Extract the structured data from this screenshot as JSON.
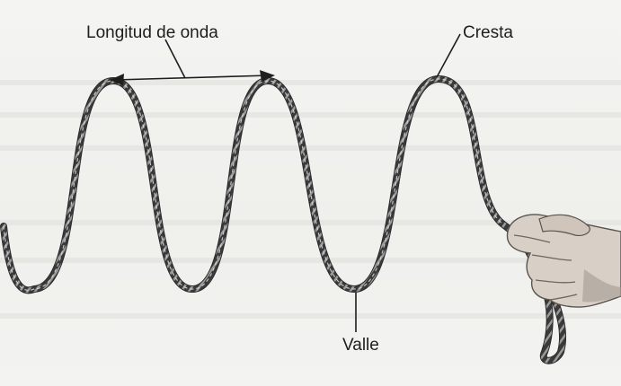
{
  "diagram": {
    "labels": {
      "wavelength": "Longitud de onda",
      "crest": "Cresta",
      "trough": "Valle"
    },
    "colors": {
      "rope": "#3a3a3a",
      "rope_highlight": "#d9d9d9",
      "lines": "#1e1e1e",
      "skin": "#d8cfc6",
      "skin_shade": "#8f867e",
      "paper": "#f2f2ef"
    }
  }
}
